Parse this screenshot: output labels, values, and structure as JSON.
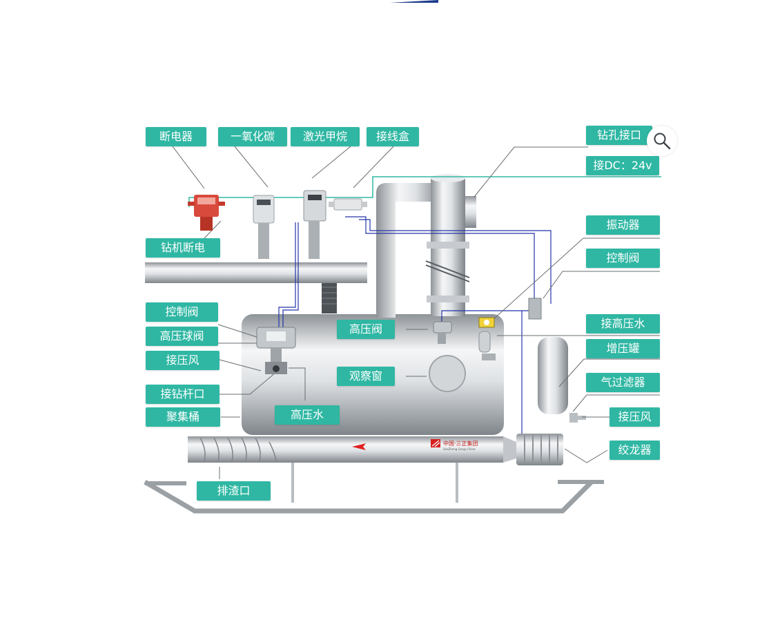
{
  "labels": {
    "breaker": "断电器",
    "co": "一氧化碳",
    "laser_methane": "激光甲烷",
    "junction_box": "接线盒",
    "drill_hole_port": "钻孔接口",
    "dc_supply": "接DC：24v",
    "drill_rig_cutoff": "钻机断电",
    "vibrator": "振动器",
    "control_valve_right": "控制阀",
    "control_valve_left": "控制阀",
    "hp_water_in": "接高压水",
    "hp_ball_valve": "高压球阀",
    "hp_valve": "高压阀",
    "booster_tank": "增压罐",
    "air_in_left": "接压风",
    "gas_filter": "气过滤器",
    "observation_window": "观察窗",
    "drill_rod_port": "接钻杆口",
    "air_in_right": "接压风",
    "collector_drum": "聚集桶",
    "hp_water": "高压水",
    "auger": "绞龙器",
    "slag_outlet": "排渣口"
  },
  "logo": {
    "text": "中国·三正集团",
    "subtext": "SanZheng Group China"
  },
  "colors": {
    "label_bg": "#2fb7a3",
    "accent_blue": "#1a3a8c",
    "wire_green": "#2fb7a3",
    "wire_blue": "#2233aa",
    "arrow_red": "#e02020"
  },
  "icons": {
    "zoom": "magnifier-icon"
  }
}
